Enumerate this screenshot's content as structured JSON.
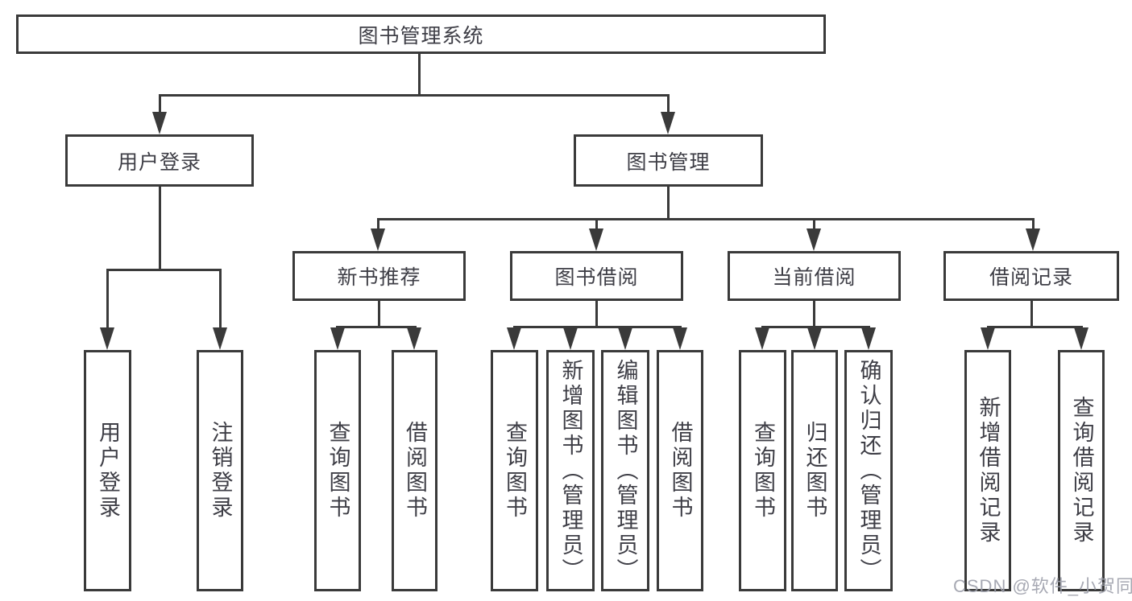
{
  "diagram": {
    "root": {
      "label": "图书管理系统"
    },
    "branches": [
      {
        "label": "用户登录",
        "children": [
          {
            "label": "用户登录"
          },
          {
            "label": "注销登录"
          }
        ]
      },
      {
        "label": "图书管理",
        "children": [
          {
            "label": "新书推荐",
            "children": [
              {
                "label": "查询图书"
              },
              {
                "label": "借阅图书"
              }
            ]
          },
          {
            "label": "图书借阅",
            "children": [
              {
                "label": "查询图书"
              },
              {
                "label": "新增图书（管理员）"
              },
              {
                "label": "编辑图书（管理员）"
              },
              {
                "label": "借阅图书"
              }
            ]
          },
          {
            "label": "当前借阅",
            "children": [
              {
                "label": "查询图书"
              },
              {
                "label": "归还图书"
              },
              {
                "label": "确认归还（管理员）"
              }
            ]
          },
          {
            "label": "借阅记录",
            "children": [
              {
                "label": "新增借阅记录"
              },
              {
                "label": "查询借阅记录"
              }
            ]
          }
        ]
      }
    ]
  },
  "watermark": {
    "text": "CSDN @软件_小贺同学"
  },
  "colors": {
    "line": "#3a3a3a",
    "text": "#3e3e46",
    "background": "#ffffff",
    "watermark": "#9da0ab"
  }
}
